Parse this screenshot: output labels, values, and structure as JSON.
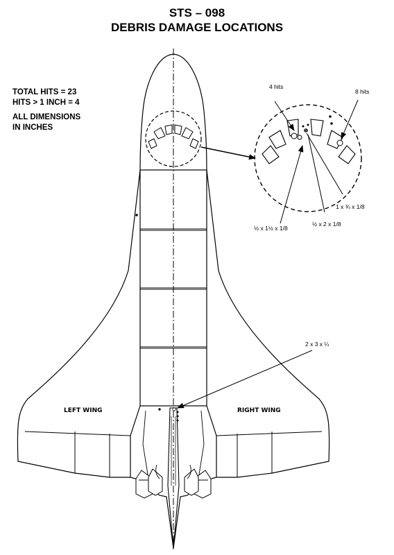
{
  "title": {
    "line1": "STS – 098",
    "line2": "DEBRIS DAMAGE LOCATIONS"
  },
  "stats": {
    "total_hits": "TOTAL HITS = 23",
    "hits_gt_1in": "HITS > 1 INCH = 4",
    "dims_line1": "ALL DIMENSIONS",
    "dims_line2": "IN INCHES"
  },
  "labels": {
    "left_wing": "LEFT WING",
    "right_wing": "RIGHT WING",
    "four_hits": "4 hits",
    "eight_hits": "8 hits",
    "damage_a": "1 x ¾  x 1/8",
    "damage_b": "½  x 2 x 1/8",
    "damage_c": "½  x 1½  x 1/8",
    "damage_d": "2 x 3 x ¼"
  },
  "colors": {
    "line": "#000000",
    "background": "#ffffff"
  }
}
